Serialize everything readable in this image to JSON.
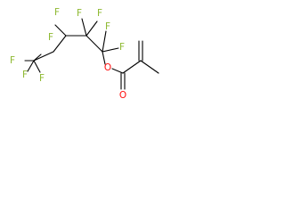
{
  "colors": {
    "fluorine": "#8db830",
    "oxygen": "#ff0d0d",
    "bond": "#000000",
    "background": "#ffffff"
  },
  "atoms": {
    "f_top_left": "F",
    "f_top_mid": "F",
    "f_top_right": "F",
    "f_mid_left": "F",
    "f_mid_a": "F",
    "f_mid_b": "F",
    "f_left": "F",
    "f_bottom_left": "F",
    "f_bottom": "F",
    "o_ester": "O",
    "o_carbonyl": "O"
  }
}
